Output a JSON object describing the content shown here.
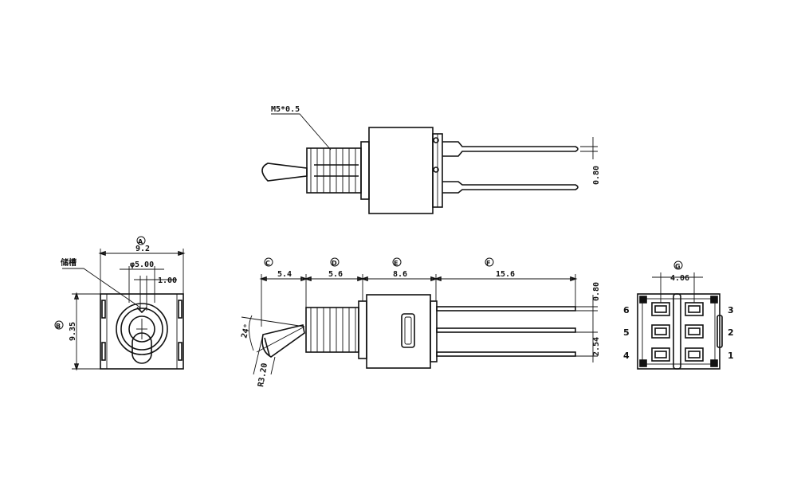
{
  "side_view": {
    "thread_label": "M5*0.5",
    "pin_dim": "0.80"
  },
  "front_view": {
    "label_a": "A",
    "label_b": "B",
    "width_dim": "9.2",
    "dia_dim": "φ5.00",
    "offset_dim": "1.00",
    "height_dim": "9.35",
    "note": "储槽"
  },
  "main_view": {
    "label_c": "C",
    "label_d": "D",
    "label_e": "E",
    "label_f": "F",
    "dim_c": "5.4",
    "dim_d": "5.6",
    "dim_e": "8.6",
    "dim_f": "15.6",
    "angle": "24°",
    "pin_width": "0.80",
    "pitch": "2.54",
    "radius": "R3.20"
  },
  "end_view": {
    "label_g": "G",
    "spacing": "4.06",
    "pins": [
      "6",
      "5",
      "4",
      "3",
      "2",
      "1"
    ]
  }
}
